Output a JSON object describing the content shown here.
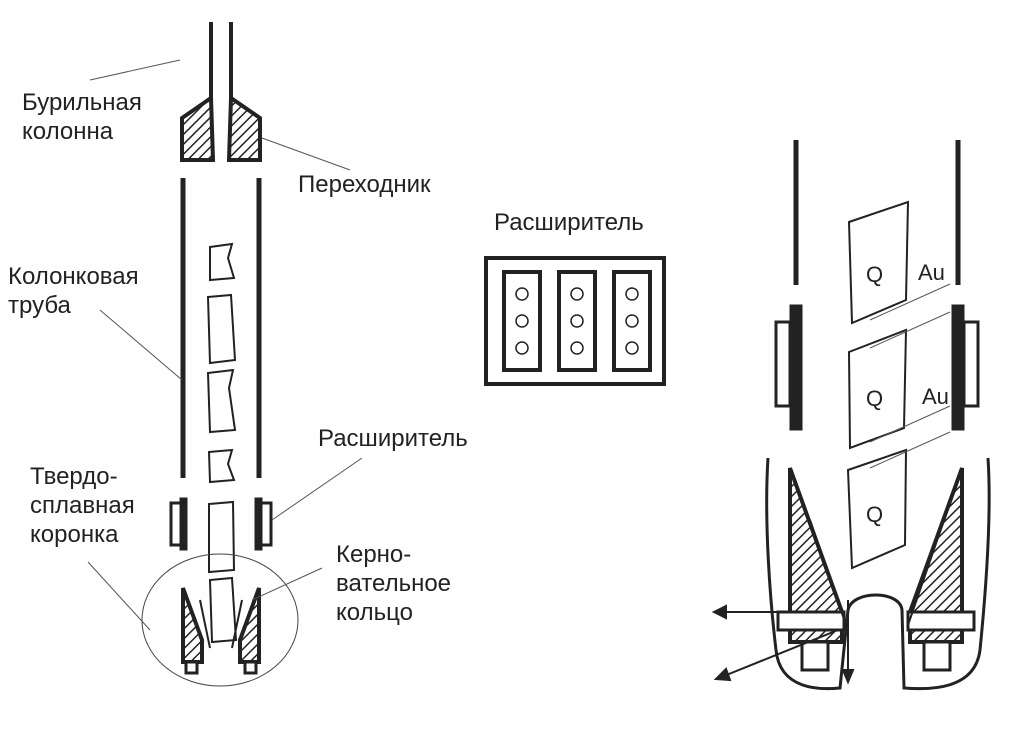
{
  "labels": {
    "drill_string": "Бурильная\nколонна",
    "adapter": "Переходник",
    "core_barrel": "Колонковая\nтруба",
    "reamer_left": "Расширитель",
    "carbide_bit": "Твердо-\nсплавная\nкоронка",
    "core_lifter": "Керно-\nвательное\nкольцо",
    "reamer_center": "Расширитель",
    "q1": "Q",
    "q2": "Q",
    "q3": "Q",
    "au1": "Au",
    "au2": "Au"
  },
  "colors": {
    "ink": "#222222",
    "background": "#ffffff"
  }
}
